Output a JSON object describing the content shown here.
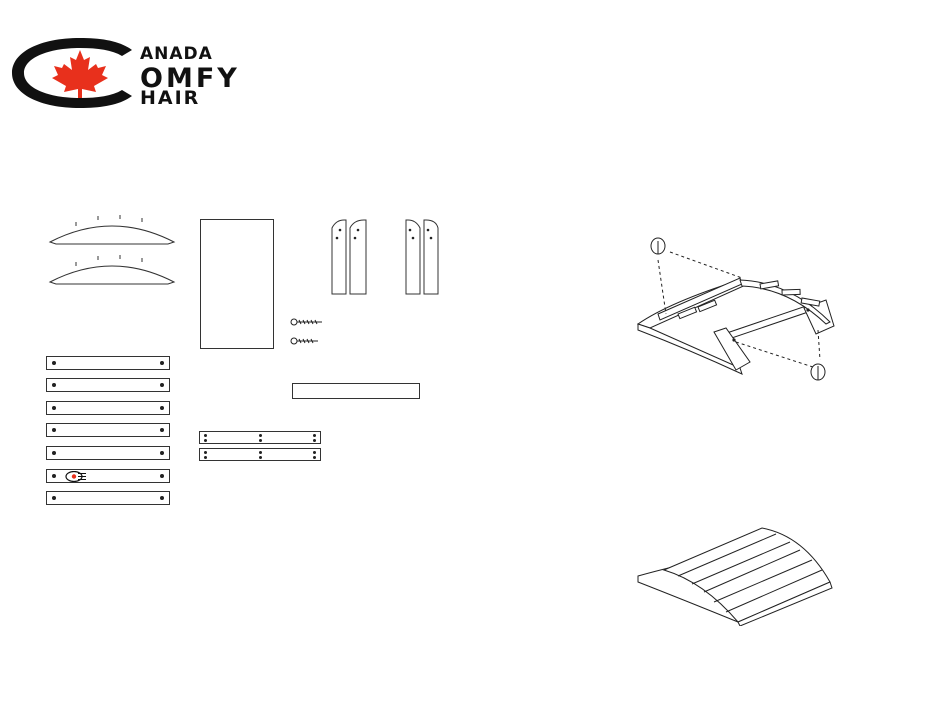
{
  "logo": {
    "line1": "ANADA",
    "line2": "OMFY",
    "line3": "HAIR",
    "colors": {
      "leaf": "#e8301c",
      "ring": "#111111"
    }
  },
  "parts": {
    "arc_boards": 2,
    "slats": 7,
    "side_legs": 4,
    "short_bars": 2
  },
  "hardware": [
    "screw-icon",
    "screw-icon"
  ],
  "steps": [
    "assembly-view-with-screws",
    "finished-ottoman-view"
  ]
}
